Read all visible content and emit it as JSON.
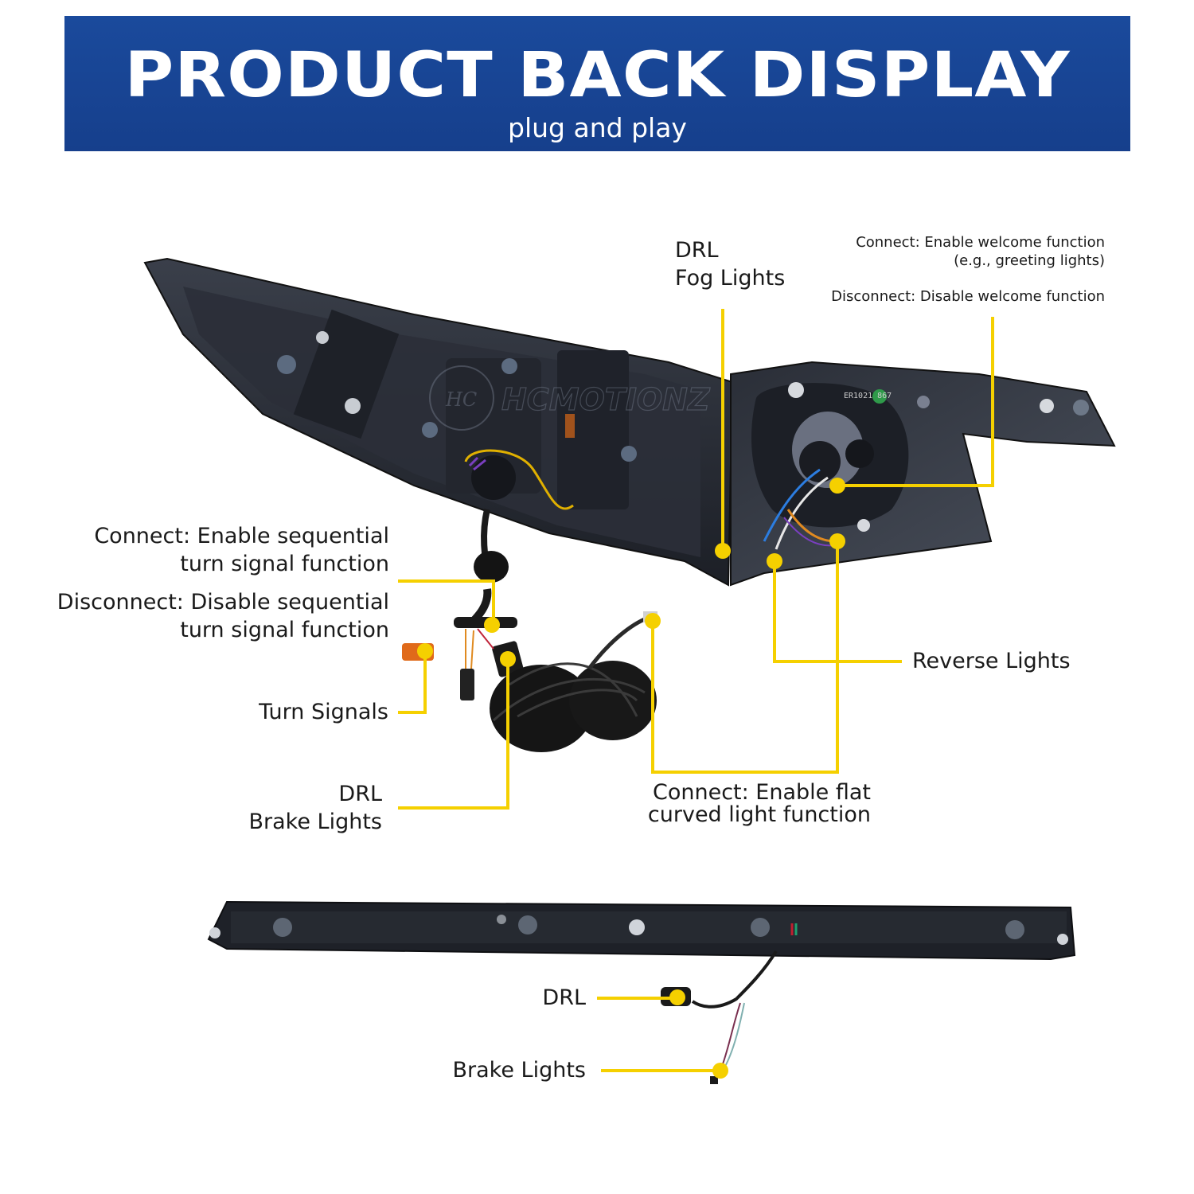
{
  "header": {
    "title": "PRODUCT BACK DISPLAY",
    "subtitle": "plug and play",
    "background_color": "#1a4a9c"
  },
  "accent_color": "#f5d000",
  "watermark": {
    "monogram": "HC",
    "brand": "HCMOTIONZ"
  },
  "part_code": "ER1021 867",
  "callouts": {
    "drl_fog": {
      "line1": "DRL",
      "line2": "Fog Lights"
    },
    "welcome": {
      "connect_line1": "Connect: Enable welcome function",
      "connect_line2": "(e.g., greeting lights)",
      "disconnect": "Disconnect: Disable welcome function"
    },
    "sequential": {
      "connect_line1": "Connect: Enable sequential",
      "connect_line2": "turn signal function",
      "disconnect_line1": "Disconnect: Disable sequential",
      "disconnect_line2": "turn signal function"
    },
    "turn_signals": "Turn Signals",
    "drl_brake": {
      "line1": "DRL",
      "line2": "Brake Lights"
    },
    "reverse": "Reverse Lights",
    "flat_curved": {
      "line1": "Connect: Enable flat",
      "line2": "curved light function"
    },
    "bar_drl": "DRL",
    "bar_brake": "Brake Lights"
  }
}
